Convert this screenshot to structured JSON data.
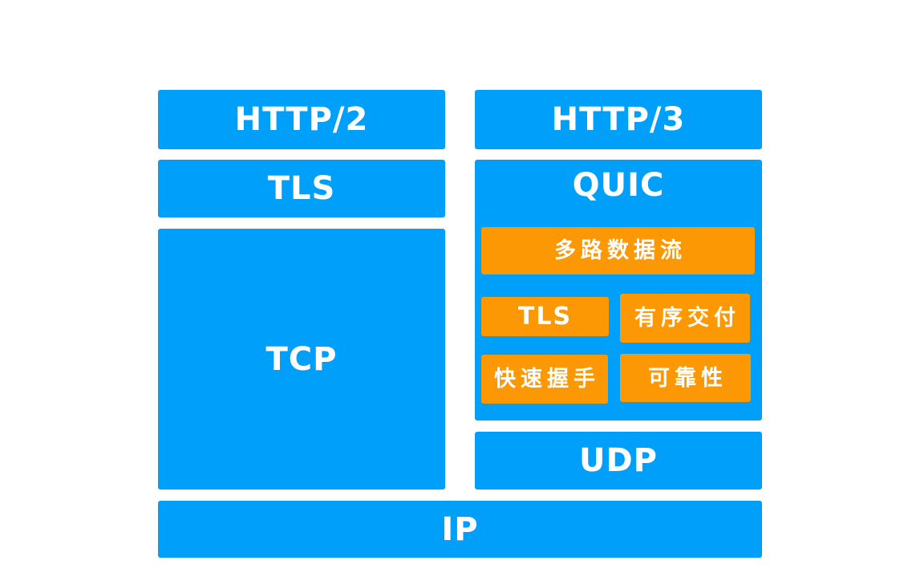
{
  "diagram": {
    "description": "HTTP/2 vs HTTP/3 protocol stack comparison",
    "colors": {
      "box_blue": "#00A0FA",
      "box_orange": "#FC9803",
      "label_text": "#FFFFFF",
      "background": "#FFFFFF"
    },
    "left_stack": {
      "http2_label": "HTTP/2",
      "tls_label": "TLS",
      "tcp_label": "TCP"
    },
    "right_stack": {
      "http3_label": "HTTP/3",
      "quic_label": "QUIC",
      "quic_features": {
        "multiplexed_streams": "多路数据流",
        "tls": "TLS",
        "ordered_delivery": "有序交付",
        "fast_handshake": "快速握手",
        "reliability": "可靠性"
      },
      "udp_label": "UDP"
    },
    "shared": {
      "ip_label": "IP"
    }
  }
}
